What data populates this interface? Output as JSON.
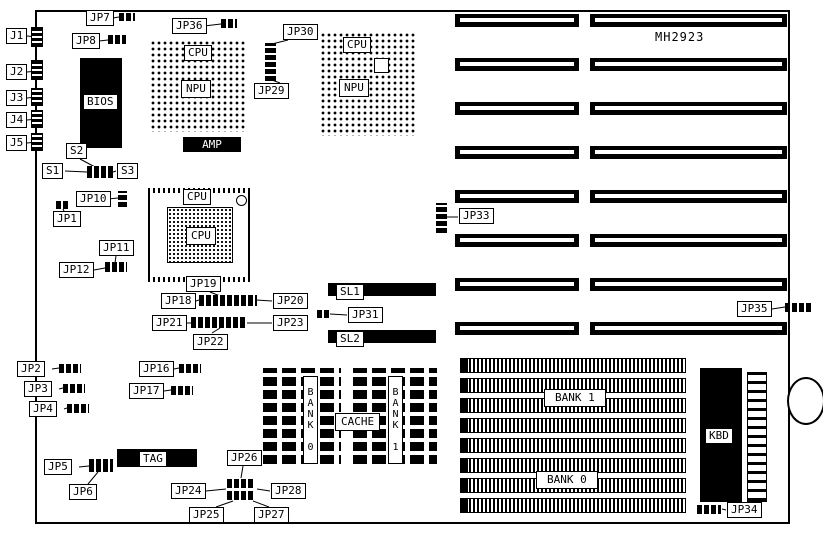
{
  "board": {
    "model": "MH2923"
  },
  "connectors": {
    "j1": "J1",
    "j2": "J2",
    "j3": "J3",
    "j4": "J4",
    "j5": "J5"
  },
  "switches": {
    "s1": "S1",
    "s2": "S2",
    "s3": "S3"
  },
  "jumpers": {
    "jp1": "JP1",
    "jp2": "JP2",
    "jp3": "JP3",
    "jp4": "JP4",
    "jp5": "JP5",
    "jp6": "JP6",
    "jp7": "JP7",
    "jp8": "JP8",
    "jp10": "JP10",
    "jp11": "JP11",
    "jp12": "JP12",
    "jp16": "JP16",
    "jp17": "JP17",
    "jp18": "JP18",
    "jp19": "JP19",
    "jp20": "JP20",
    "jp21": "JP21",
    "jp22": "JP22",
    "jp23": "JP23",
    "jp24": "JP24",
    "jp25": "JP25",
    "jp26": "JP26",
    "jp27": "JP27",
    "jp28": "JP28",
    "jp29": "JP29",
    "jp30": "JP30",
    "jp31": "JP31",
    "jp33": "JP33",
    "jp34": "JP34",
    "jp35": "JP35",
    "jp36": "JP36"
  },
  "chips": {
    "bios": "BIOS",
    "amp": "AMP",
    "tag": "TAG",
    "kbd": "KBD",
    "cache": "CACHE"
  },
  "cpu": {
    "socket1_label": "CPU",
    "socket1_npu": "NPU",
    "socket2_label": "CPU",
    "socket2_npu": "NPU",
    "qfp_label": "CPU",
    "qfp_die_label": "CPU"
  },
  "slots": {
    "sl1": "SL1",
    "sl2": "SL2",
    "isa_count": 8
  },
  "memory": {
    "cache_bank0": "BANK 0",
    "cache_bank1": "BANK 1",
    "simm_bank1": "BANK 1",
    "simm_bank0": "BANK 0",
    "simm_count": 8
  }
}
